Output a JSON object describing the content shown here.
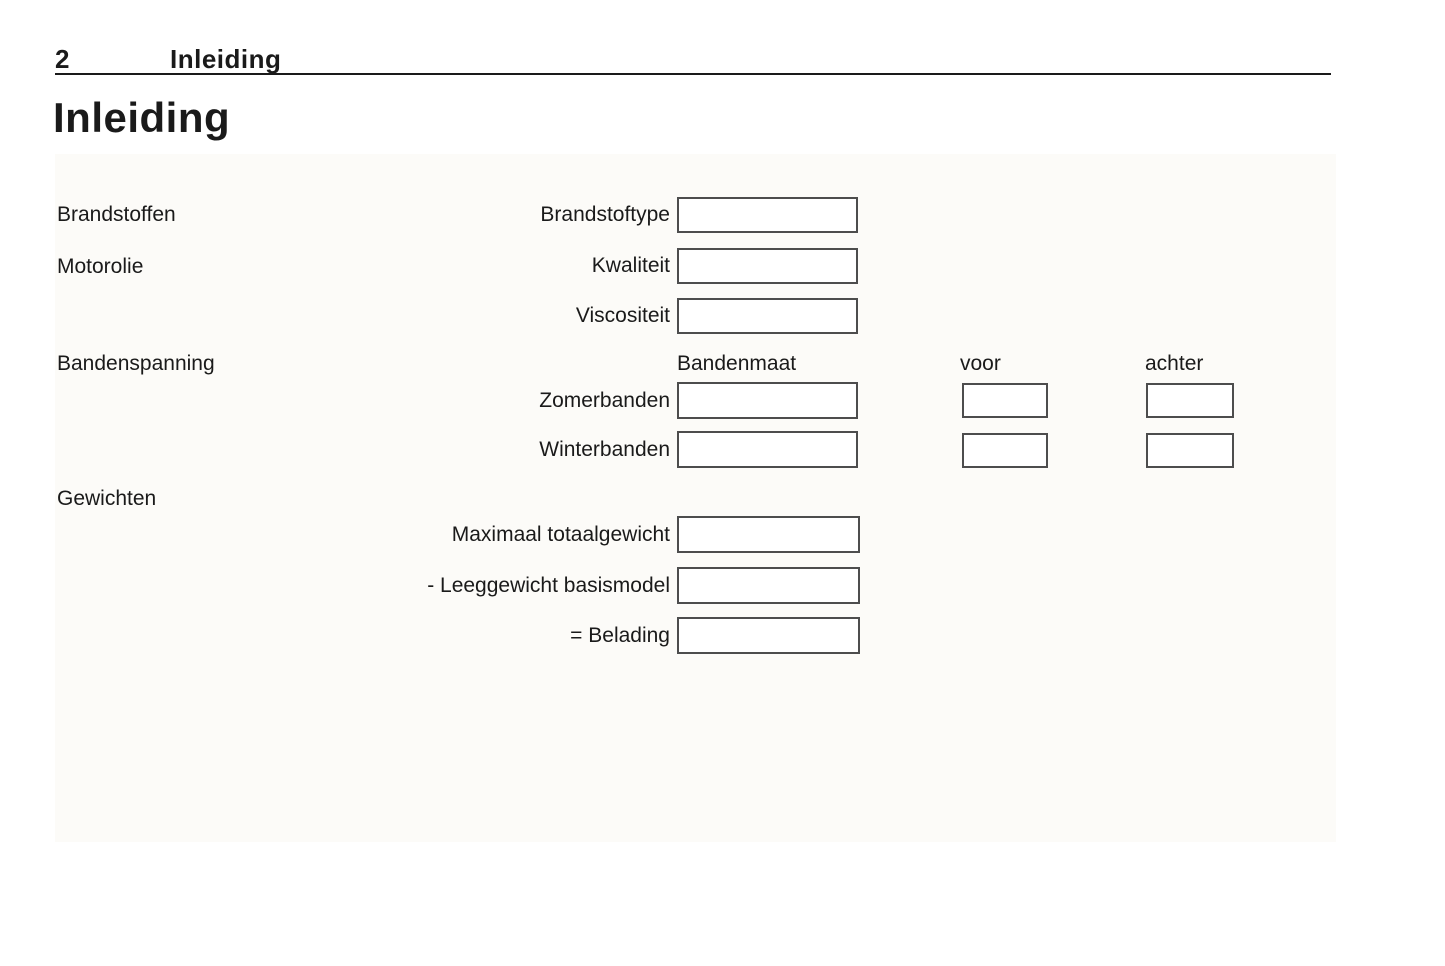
{
  "header": {
    "page_number": "2",
    "running_title": "Inleiding"
  },
  "title": "Inleiding",
  "form": {
    "sections": {
      "brandstoffen": "Brandstoffen",
      "motorolie": "Motorolie",
      "bandenspanning": "Bandenspanning",
      "gewichten": "Gewichten"
    },
    "labels": {
      "brandstoftype": "Brandstoftype",
      "kwaliteit": "Kwaliteit",
      "viscositeit": "Viscositeit",
      "zomerbanden": "Zomerbanden",
      "winterbanden": "Winterbanden",
      "maximaal_totaalgewicht": "Maximaal totaalgewicht",
      "leeggewicht_basismodel": "- Leeggewicht basismodel",
      "belading": "= Belading"
    },
    "columns": {
      "bandenmaat": "Bandenmaat",
      "voor": "voor",
      "achter": "achter"
    },
    "inputs": {
      "brandstoftype": "",
      "kwaliteit": "",
      "viscositeit": "",
      "zomerbanden_maat": "",
      "zomerbanden_voor": "",
      "zomerbanden_achter": "",
      "winterbanden_maat": "",
      "winterbanden_voor": "",
      "winterbanden_achter": "",
      "maximaal_totaalgewicht": "",
      "leeggewicht_basismodel": "",
      "belading": ""
    }
  },
  "colors": {
    "text": "#1a1a1a",
    "box_border": "#4d4d4d",
    "panel_background": "#fcfbf8",
    "rule": "#1a1a1a"
  }
}
